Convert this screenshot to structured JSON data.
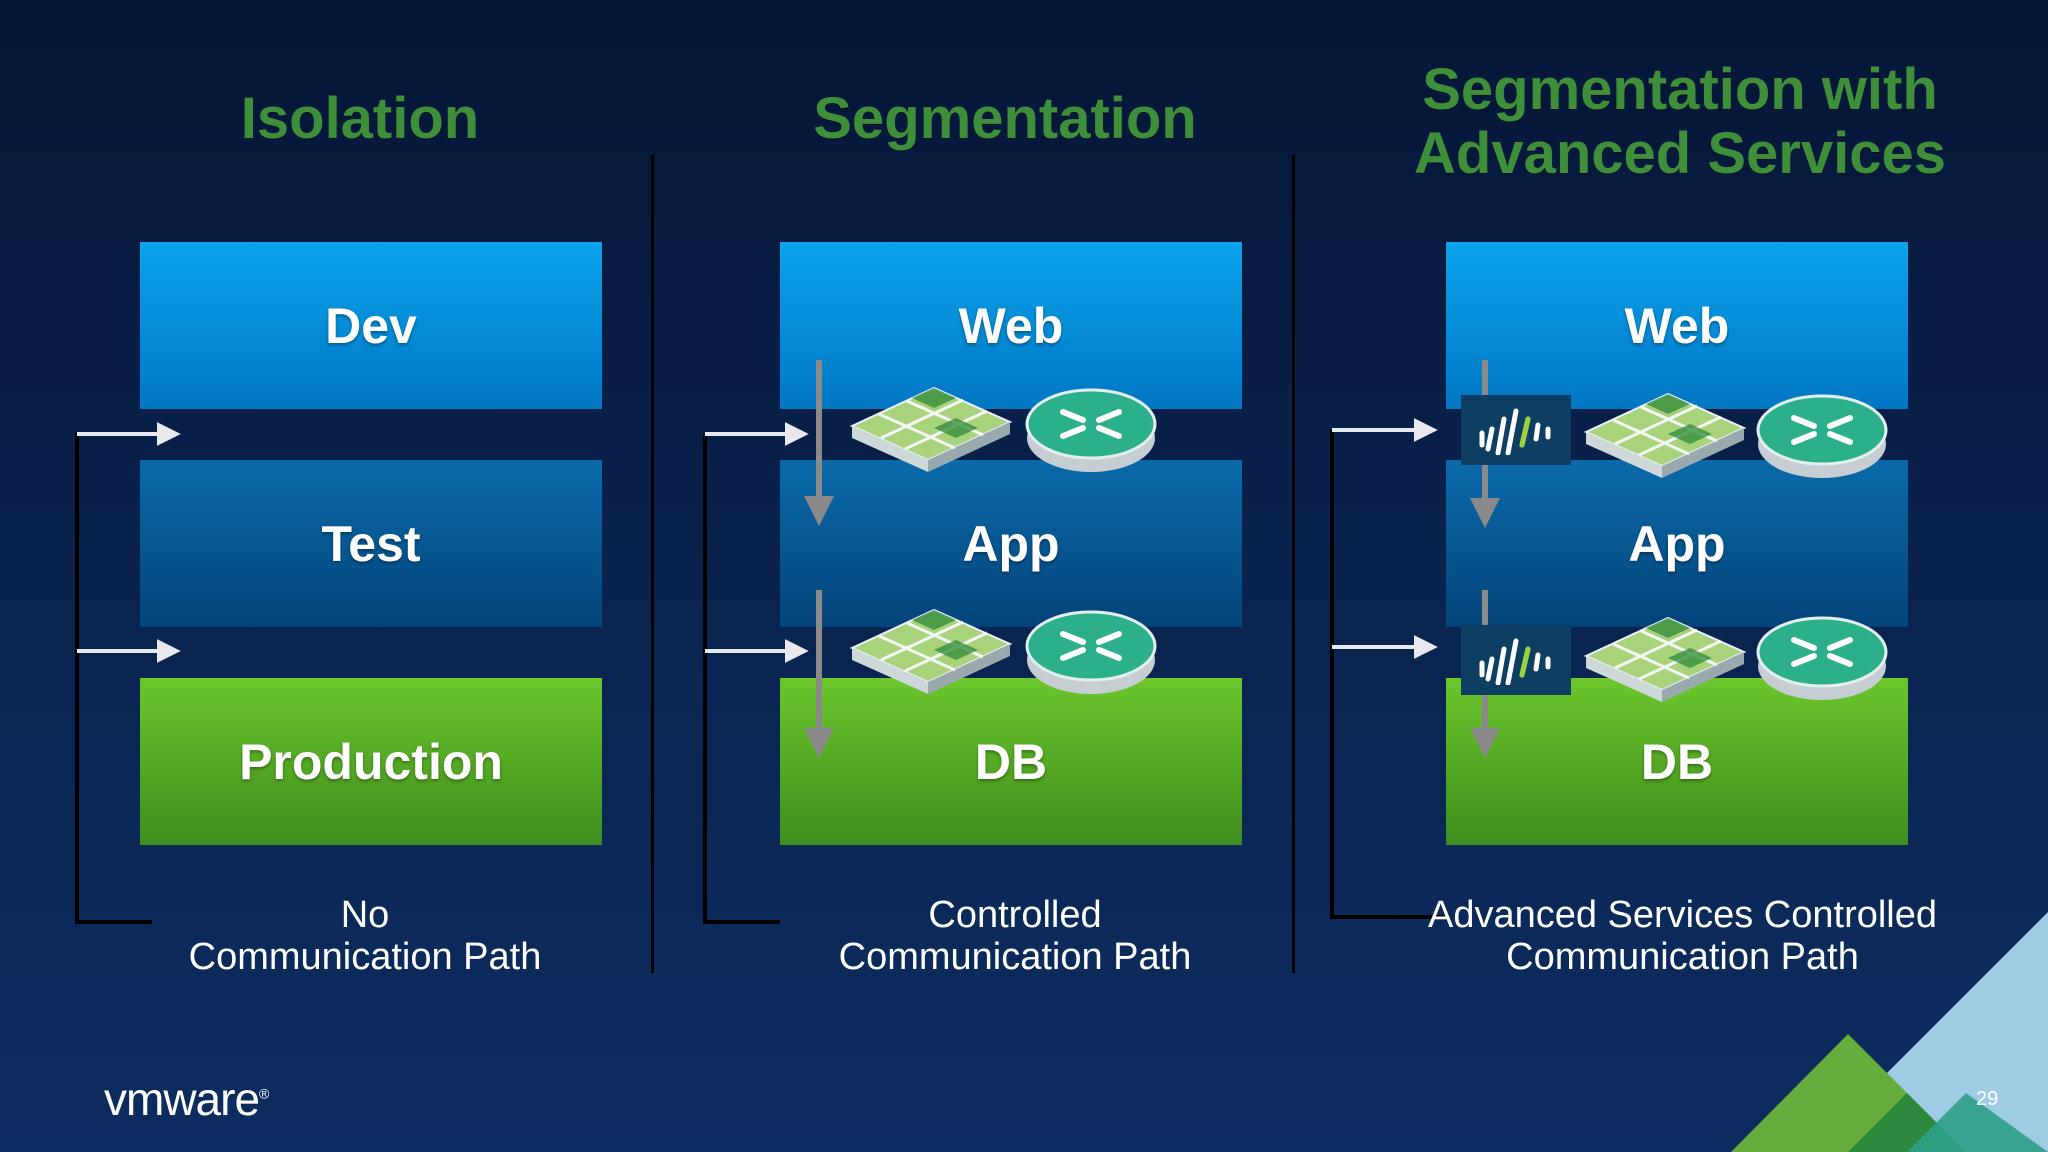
{
  "columns": [
    {
      "title_lines": [
        "Isolation"
      ],
      "tiers": [
        "Dev",
        "Test",
        "Production"
      ],
      "caption_lines": [
        "No",
        "Communication Path"
      ]
    },
    {
      "title_lines": [
        "Segmentation"
      ],
      "tiers": [
        "Web",
        "App",
        "DB"
      ],
      "caption_lines": [
        "Controlled",
        "Communication Path"
      ]
    },
    {
      "title_lines": [
        "Segmentation with",
        "Advanced Services"
      ],
      "tiers": [
        "Web",
        "App",
        "DB"
      ],
      "caption_lines": [
        "Advanced Services Controlled",
        "Communication Path"
      ]
    }
  ],
  "icons": {
    "firewall": "firewall-icon",
    "router": "router-icon",
    "advanced_service": "palo-alto-icon"
  },
  "footer": {
    "logo_text": "vmware",
    "logo_mark": "®",
    "page_number": "29"
  },
  "colors": {
    "title_green": "#3f8f3a",
    "tier_top_blue": "#0a8fdc",
    "tier_mid_blue": "#055a96",
    "tier_bottom_green": "#55ab25"
  }
}
